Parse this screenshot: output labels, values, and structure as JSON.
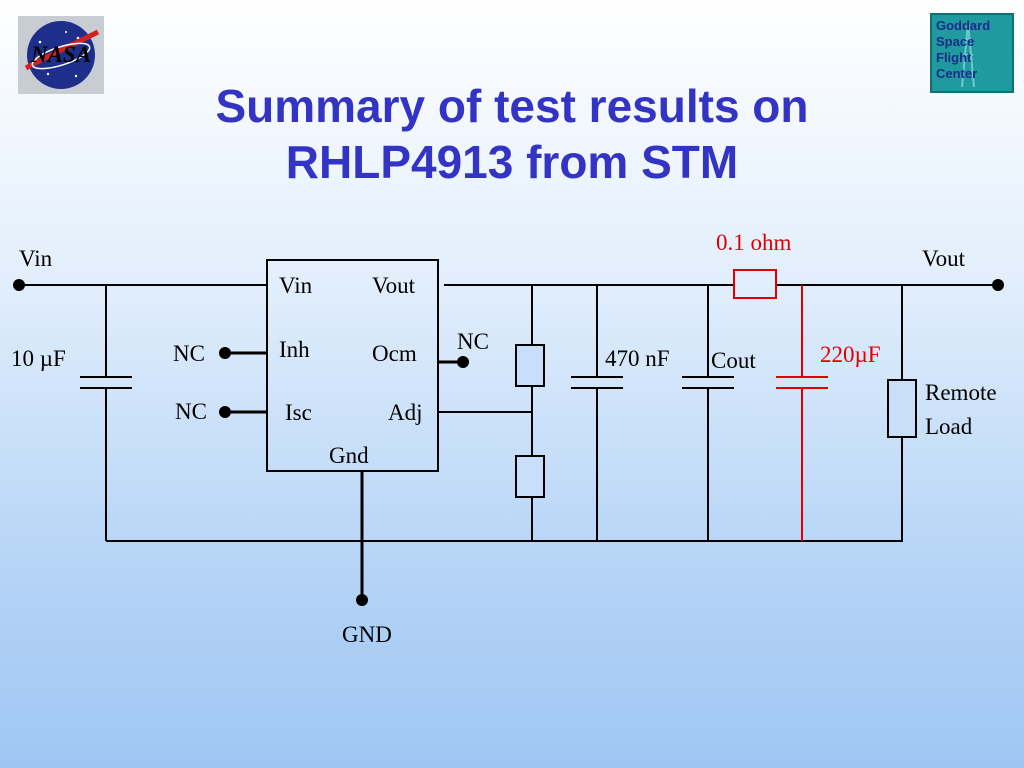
{
  "slide": {
    "title_line1": "Summary of test results on",
    "title_line2": "RHLP4913 from STM",
    "nasa_logo_text": "NASA",
    "gsfc_logo_lines": [
      "Goddard",
      "Space",
      "Flight",
      "Center"
    ]
  },
  "diagram": {
    "vin_terminal": "Vin",
    "vout_terminal": "Vout",
    "gnd_terminal": "GND",
    "input_cap": "10 µF",
    "ic_pins": {
      "vin": "Vin",
      "vout": "Vout",
      "inh": "Inh",
      "ocm": "Ocm",
      "isc": "Isc",
      "adj": "Adj",
      "gnd": "Gnd"
    },
    "nc_inh": "NC",
    "nc_isc": "NC",
    "nc_ocm": "NC",
    "cap_470": "470 nF",
    "cout": "Cout",
    "series_resistor": "0.1 ohm",
    "cap_220": "220µF",
    "remote_load": "Remote",
    "remote_load_line2": "Load",
    "colors": {
      "added": "#e00000",
      "wire": "#000000"
    }
  }
}
